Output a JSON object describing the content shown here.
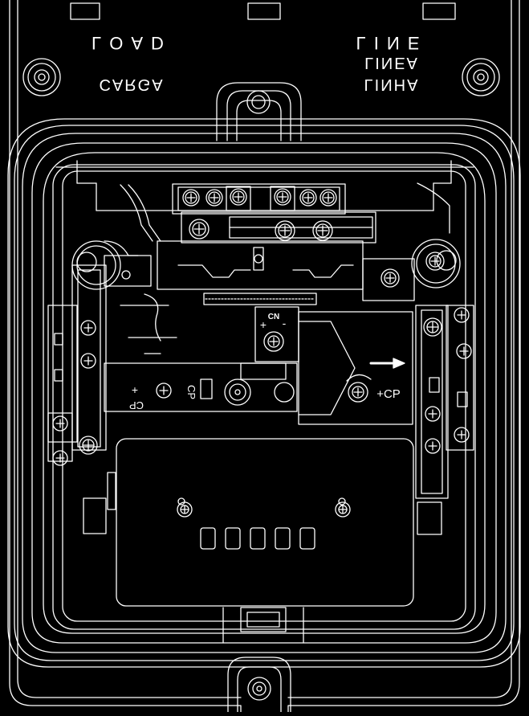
{
  "drawing": {
    "line_label_en": "LINE",
    "line_label_es": "LINEA",
    "line_label_pt": "LINHA",
    "load_label_en": "LOAD",
    "load_label_es_pt": "CARGA",
    "cp_label_left": "CP",
    "cp_label_right": "+CP",
    "cp_label_center": "CP",
    "cn_label": "CN",
    "plus_sign": "+",
    "minus_sign": "-",
    "counter_digits": [
      "",
      "",
      "",
      "",
      ""
    ]
  },
  "colors": {
    "background": "#000000",
    "line": "#ffffff"
  }
}
